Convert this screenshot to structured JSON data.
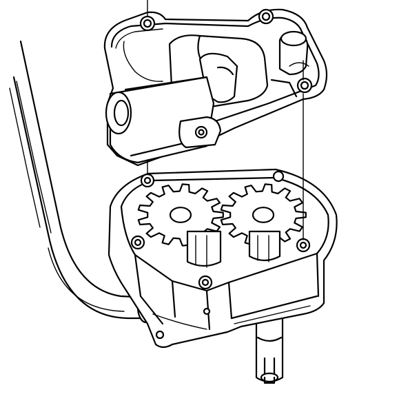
{
  "figure": {
    "kind": "exploded line drawing",
    "parts": [
      "pump-cover",
      "pump-body",
      "drive-gear",
      "driven-gear",
      "pickup-tube",
      "drive-shaft"
    ],
    "colors": {
      "line": "#000000",
      "background": "#ffffff"
    }
  }
}
